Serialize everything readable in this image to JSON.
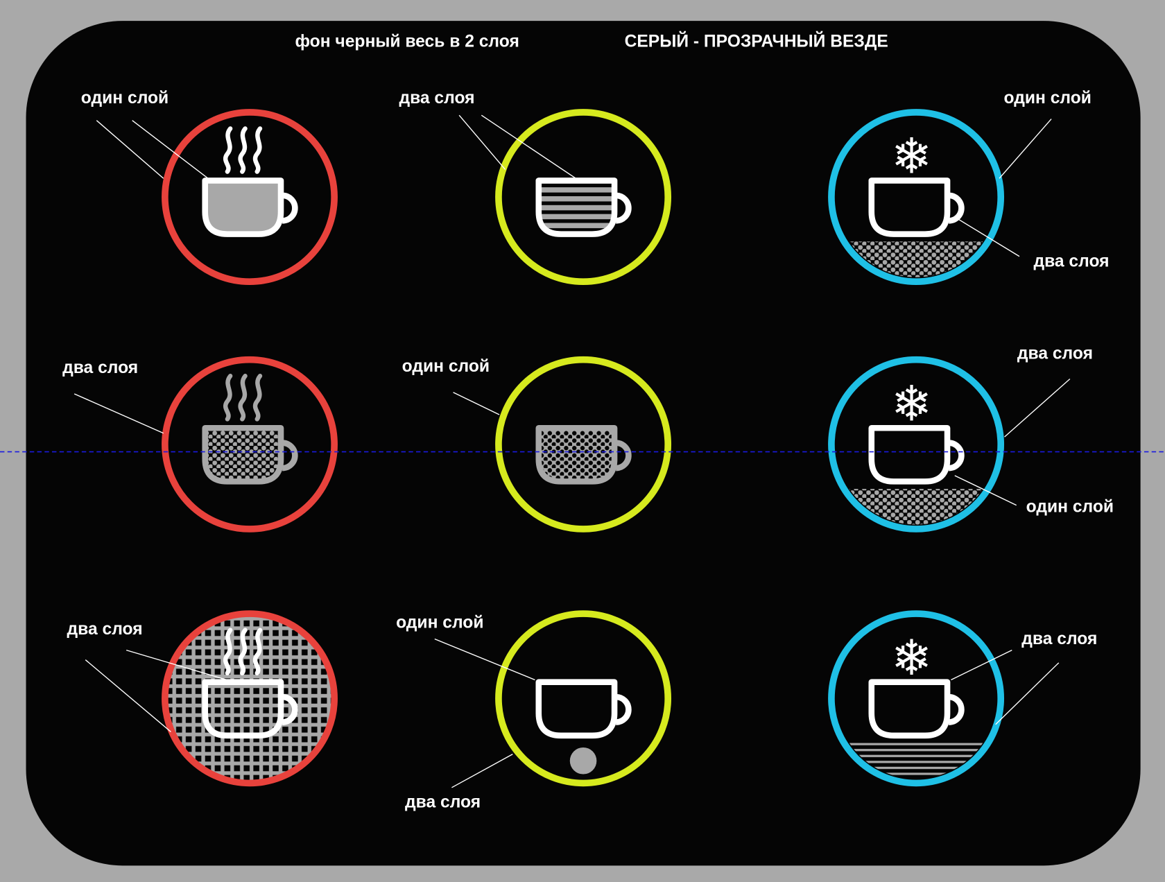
{
  "header": {
    "left_note": "фон черный весь в 2 слоя",
    "right_note": "СЕРЫЙ - ПРОЗРАЧНЫЙ ВЕЗДЕ"
  },
  "colors": {
    "background": "#a9a9a9",
    "panel": "#050505",
    "hot": "#e8423c",
    "mid": "#d6ea1e",
    "cold": "#1fc0e6",
    "gray_fill": "#a8a8a8",
    "guide": "#1a1ae0"
  },
  "labels": {
    "r1c1": "один слой",
    "r1c2": "два слоя",
    "r1c3_top": "один слой",
    "r1c3_bottom": "два слоя",
    "r2c1": "два слоя",
    "r2c2": "один слой",
    "r2c3_top": "два слоя",
    "r2c3_bottom": "один слой",
    "r3c1": "два слоя",
    "r3c2_top": "один слой",
    "r3c2_bottom": "два слоя",
    "r3c3": "два слоя"
  },
  "icons": [
    {
      "name": "hot-cup-solid-gray",
      "ring": "hot"
    },
    {
      "name": "cup-striped",
      "ring": "mid"
    },
    {
      "name": "cold-cup-dotted-base",
      "ring": "cold"
    },
    {
      "name": "hot-cup-dotted",
      "ring": "hot"
    },
    {
      "name": "cup-gray-dotted",
      "ring": "mid"
    },
    {
      "name": "cold-cup-dotted-base",
      "ring": "cold"
    },
    {
      "name": "hot-cup-grid-background",
      "ring": "hot"
    },
    {
      "name": "cup-with-dot",
      "ring": "mid"
    },
    {
      "name": "cold-cup-striped-base",
      "ring": "cold"
    }
  ]
}
